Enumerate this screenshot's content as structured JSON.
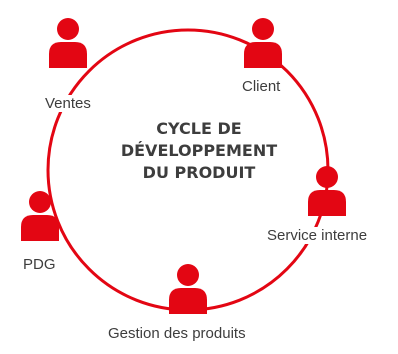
{
  "diagram": {
    "title_lines": [
      "CYCLE DE",
      "DÉVELOPPEMENT",
      "DU PRODUIT"
    ],
    "nodes": [
      {
        "label": "Ventes",
        "icon": "person-icon"
      },
      {
        "label": "Client",
        "icon": "person-icon"
      },
      {
        "label": "Service interne",
        "icon": "person-icon"
      },
      {
        "label": "Gestion des produits",
        "icon": "person-icon"
      },
      {
        "label": "PDG",
        "icon": "person-icon"
      }
    ],
    "colors": {
      "accent": "#e30613",
      "text": "#3d3d3d",
      "background": "#ffffff"
    }
  }
}
